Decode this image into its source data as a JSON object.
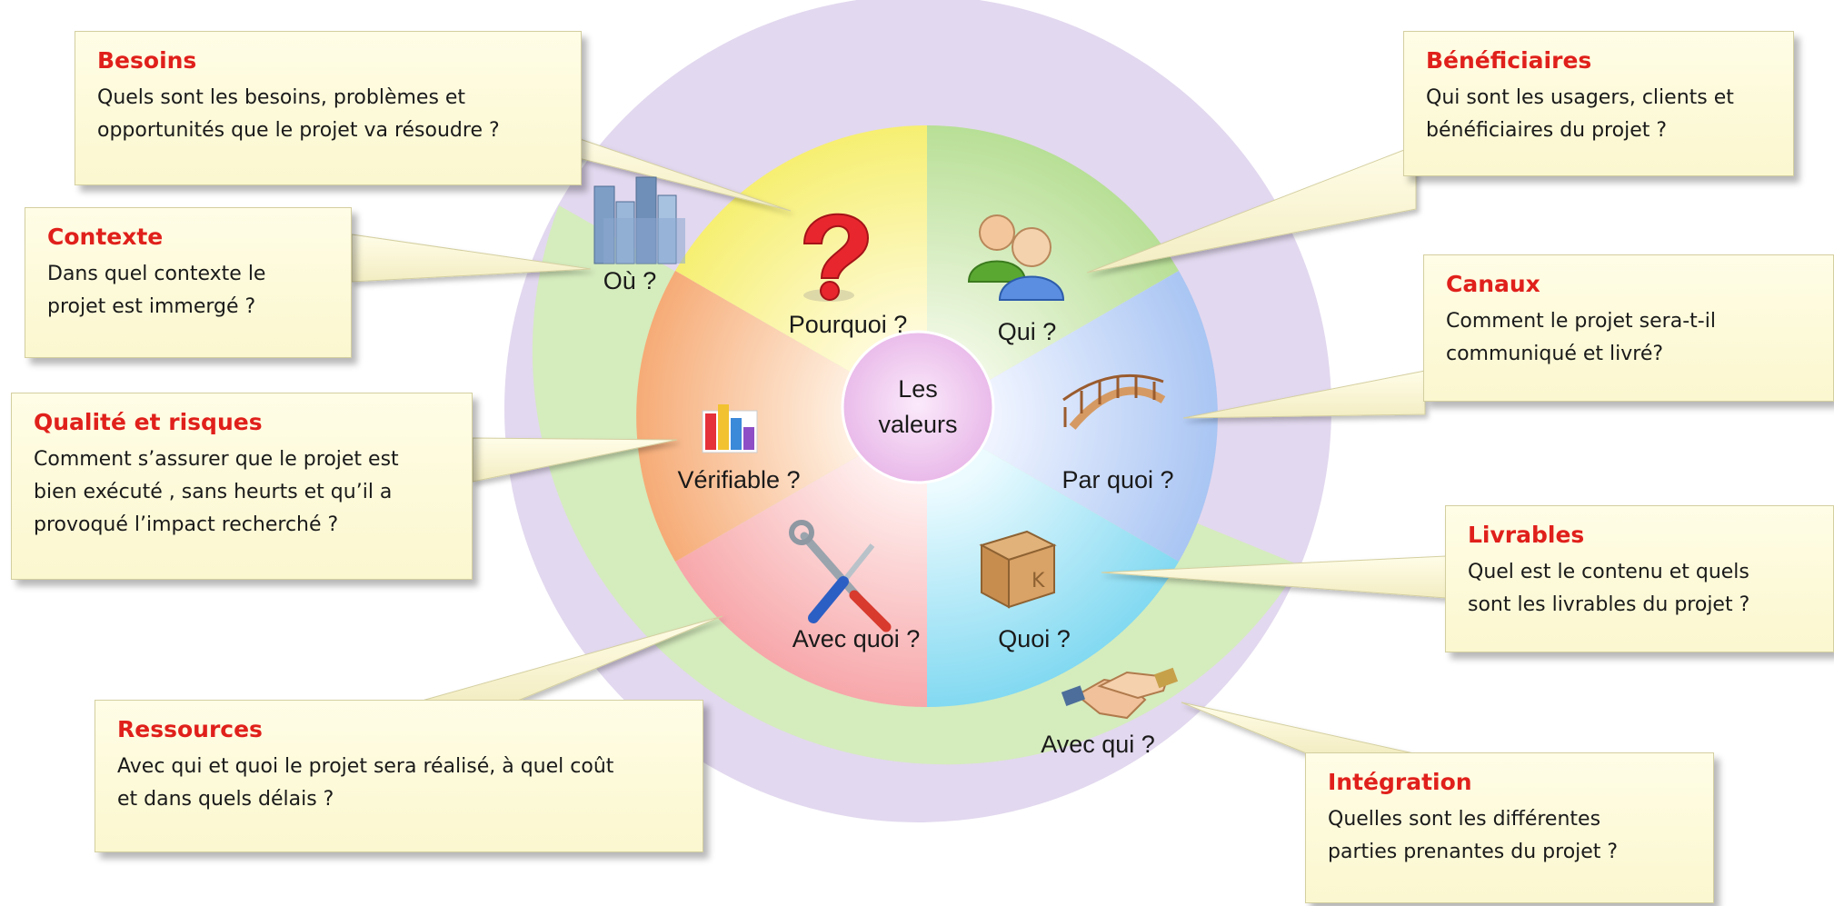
{
  "center": {
    "line1": "Les",
    "line2": "valeurs"
  },
  "segments": {
    "pourquoi": "Pourquoi ?",
    "qui": "Qui ?",
    "par_quoi": "Par quoi ?",
    "quoi": "Quoi ?",
    "avec_quoi": "Avec quoi ?",
    "verifiable": "Vérifiable ?"
  },
  "outer_labels": {
    "ou": "Où ?",
    "avec_qui": "Avec qui ?"
  },
  "callouts": {
    "besoins": {
      "title": "Besoins",
      "lines": [
        "Quels sont les besoins, problèmes et",
        "opportunités que le projet va résoudre ?"
      ]
    },
    "contexte": {
      "title": "Contexte",
      "lines": [
        "Dans quel contexte le",
        "projet est immergé ?"
      ]
    },
    "qualite": {
      "title": "Qualité et risques",
      "lines": [
        "Comment s’assurer que le projet est",
        "bien exécuté , sans heurts et qu’il a",
        "provoqué l’impact recherché ?"
      ]
    },
    "ressources": {
      "title": "Ressources",
      "lines": [
        "Avec qui et quoi le projet sera réalisé, à quel coût",
        "et dans quels délais ?"
      ]
    },
    "beneficiaires": {
      "title": "Bénéficiaires",
      "lines": [
        "Qui sont les usagers, clients et",
        "bénéficiaires du projet ?"
      ]
    },
    "canaux": {
      "title": "Canaux",
      "lines": [
        "Comment le projet sera-t-il",
        "communiqué et livré?"
      ]
    },
    "livrables": {
      "title": "Livrables",
      "lines": [
        "Quel est le contenu et quels",
        "sont les livrables du projet ?"
      ]
    },
    "integration": {
      "title": "Intégration",
      "lines": [
        "Quelles sont les différentes",
        "parties prenantes du projet ?"
      ]
    }
  },
  "icons": [
    "question-mark-icon",
    "users-icon",
    "bridge-icon",
    "package-box-icon",
    "tools-icon",
    "bar-chart-icon",
    "buildings-icon",
    "handshake-icon"
  ],
  "colors": {
    "outer_purple": "#e2d8ef",
    "outer_green": "#d5ecbd",
    "title_red": "#e0201b",
    "callout_bg": "#fdf9d8",
    "center": "#eec3ee"
  }
}
